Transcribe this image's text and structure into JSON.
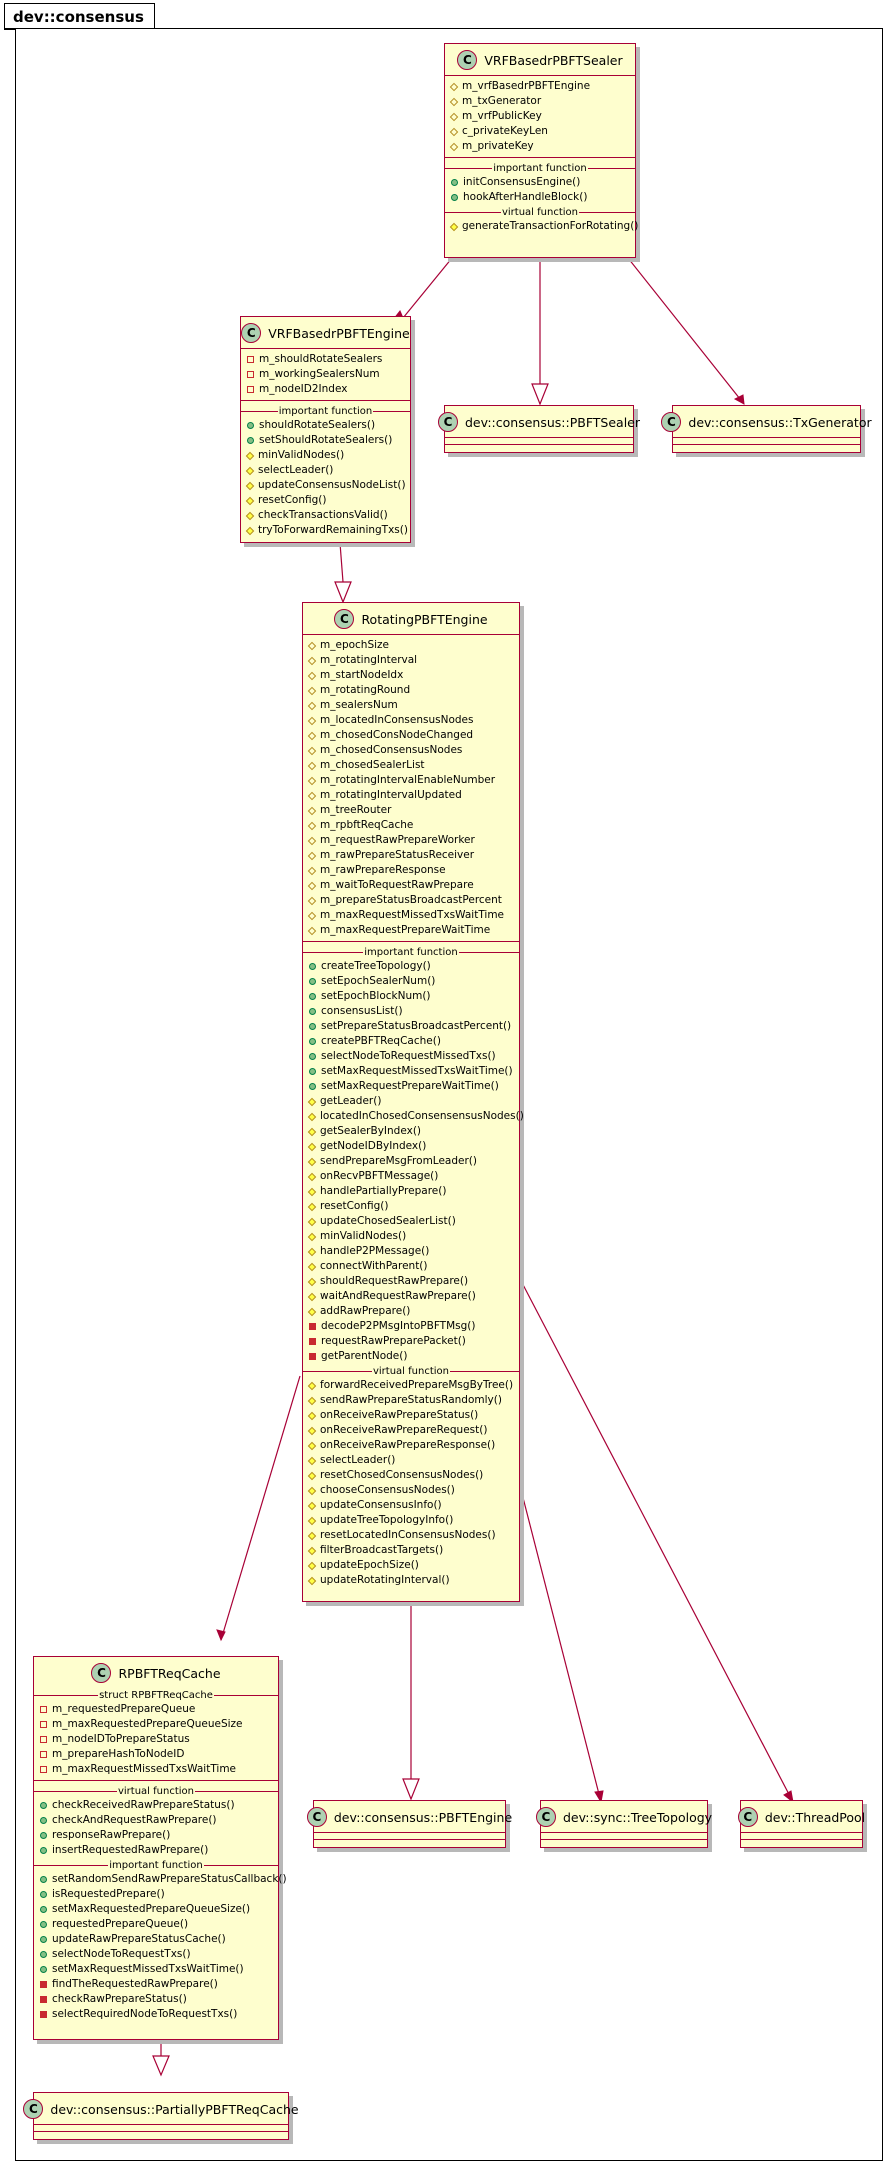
{
  "package": {
    "name": "dev::consensus"
  },
  "icon": "class-circle-icon",
  "colors": {
    "class_fill": "#fefece",
    "class_border": "#a80036",
    "icon_fill": "#add1b2",
    "arrow": "#a80036"
  },
  "classes": {
    "vrf_sealer": {
      "name": "VRFBasedrPBFTSealer",
      "fields": [
        {
          "v": "protected",
          "t": "m_vrfBasedrPBFTEngine"
        },
        {
          "v": "protected",
          "t": "m_txGenerator"
        },
        {
          "v": "protected",
          "t": "m_vrfPublicKey"
        },
        {
          "v": "protected",
          "t": "c_privateKeyLen"
        },
        {
          "v": "protected",
          "t": "m_privateKey"
        }
      ],
      "sections": [
        {
          "label": "important function",
          "items": [
            {
              "v": "public",
              "t": "initConsensusEngine()"
            },
            {
              "v": "public",
              "t": "hookAfterHandleBlock()"
            }
          ]
        },
        {
          "label": "virtual function",
          "items": [
            {
              "v": "protected",
              "t": "generateTransactionForRotating()"
            }
          ]
        }
      ]
    },
    "vrf_engine": {
      "name": "VRFBasedrPBFTEngine",
      "fields": [
        {
          "v": "private",
          "t": "m_shouldRotateSealers"
        },
        {
          "v": "private",
          "t": "m_workingSealersNum"
        },
        {
          "v": "private",
          "t": "m_nodeID2Index"
        }
      ],
      "sections": [
        {
          "label": "important function",
          "items": [
            {
              "v": "public",
              "t": "shouldRotateSealers()"
            },
            {
              "v": "public",
              "t": "setShouldRotateSealers()"
            },
            {
              "v": "protected",
              "t": "minValidNodes()"
            },
            {
              "v": "protected",
              "t": "selectLeader()"
            },
            {
              "v": "protected",
              "t": "updateConsensusNodeList()"
            },
            {
              "v": "protected",
              "t": "resetConfig()"
            },
            {
              "v": "protected",
              "t": "checkTransactionsValid()"
            },
            {
              "v": "protected",
              "t": "tryToForwardRemainingTxs()"
            }
          ]
        }
      ]
    },
    "pbft_sealer": {
      "name": "dev::consensus::PBFTSealer"
    },
    "tx_generator": {
      "name": "dev::consensus::TxGenerator"
    },
    "rotating": {
      "name": "RotatingPBFTEngine",
      "fields": [
        {
          "v": "protected",
          "t": "m_epochSize"
        },
        {
          "v": "protected",
          "t": "m_rotatingInterval"
        },
        {
          "v": "protected",
          "t": "m_startNodeIdx"
        },
        {
          "v": "protected",
          "t": "m_rotatingRound"
        },
        {
          "v": "protected",
          "t": "m_sealersNum"
        },
        {
          "v": "protected",
          "t": "m_locatedInConsensusNodes"
        },
        {
          "v": "protected",
          "t": "m_chosedConsNodeChanged"
        },
        {
          "v": "protected",
          "t": "m_chosedConsensusNodes"
        },
        {
          "v": "protected",
          "t": "m_chosedSealerList"
        },
        {
          "v": "protected",
          "t": "m_rotatingIntervalEnableNumber"
        },
        {
          "v": "protected",
          "t": "m_rotatingIntervalUpdated"
        },
        {
          "v": "protected",
          "t": "m_treeRouter"
        },
        {
          "v": "protected",
          "t": "m_rpbftReqCache"
        },
        {
          "v": "protected",
          "t": "m_requestRawPrepareWorker"
        },
        {
          "v": "protected",
          "t": "m_rawPrepareStatusReceiver"
        },
        {
          "v": "protected",
          "t": "m_rawPrepareResponse"
        },
        {
          "v": "protected",
          "t": "m_waitToRequestRawPrepare"
        },
        {
          "v": "protected",
          "t": "m_prepareStatusBroadcastPercent"
        },
        {
          "v": "protected",
          "t": "m_maxRequestMissedTxsWaitTime"
        },
        {
          "v": "protected",
          "t": "m_maxRequestPrepareWaitTime"
        }
      ],
      "sections": [
        {
          "label": "important function",
          "items": [
            {
              "v": "public",
              "t": "createTreeTopology()"
            },
            {
              "v": "public",
              "t": "setEpochSealerNum()"
            },
            {
              "v": "public",
              "t": "setEpochBlockNum()"
            },
            {
              "v": "public",
              "t": "consensusList()"
            },
            {
              "v": "public",
              "t": "setPrepareStatusBroadcastPercent()"
            },
            {
              "v": "public",
              "t": "createPBFTReqCache()"
            },
            {
              "v": "public",
              "t": "selectNodeToRequestMissedTxs()"
            },
            {
              "v": "public",
              "t": "setMaxRequestMissedTxsWaitTime()"
            },
            {
              "v": "public",
              "t": "setMaxRequestPrepareWaitTime()"
            },
            {
              "v": "protected",
              "t": "getLeader()"
            },
            {
              "v": "protected",
              "t": "locatedInChosedConsensensusNodes()"
            },
            {
              "v": "protected",
              "t": "getSealerByIndex()"
            },
            {
              "v": "protected",
              "t": "getNodeIDByIndex()"
            },
            {
              "v": "protected",
              "t": "sendPrepareMsgFromLeader()"
            },
            {
              "v": "protected",
              "t": "onRecvPBFTMessage()"
            },
            {
              "v": "protected",
              "t": "handlePartiallyPrepare()"
            },
            {
              "v": "protected",
              "t": "resetConfig()"
            },
            {
              "v": "protected",
              "t": "updateChosedSealerList()"
            },
            {
              "v": "protected",
              "t": "minValidNodes()"
            },
            {
              "v": "protected",
              "t": "handleP2PMessage()"
            },
            {
              "v": "protected",
              "t": "connectWithParent()"
            },
            {
              "v": "protected",
              "t": "shouldRequestRawPrepare()"
            },
            {
              "v": "protected",
              "t": "waitAndRequestRawPrepare()"
            },
            {
              "v": "protected",
              "t": "addRawPrepare()"
            },
            {
              "v": "private",
              "t": "decodeP2PMsgIntoPBFTMsg()"
            },
            {
              "v": "private",
              "t": "requestRawPreparePacket()"
            },
            {
              "v": "private",
              "t": "getParentNode()"
            }
          ]
        },
        {
          "label": "virtual function",
          "items": [
            {
              "v": "protected",
              "t": "forwardReceivedPrepareMsgByTree()"
            },
            {
              "v": "protected",
              "t": "sendRawPrepareStatusRandomly()"
            },
            {
              "v": "protected",
              "t": "onReceiveRawPrepareStatus()"
            },
            {
              "v": "protected",
              "t": "onReceiveRawPrepareRequest()"
            },
            {
              "v": "protected",
              "t": "onReceiveRawPrepareResponse()"
            },
            {
              "v": "protected",
              "t": "selectLeader()"
            },
            {
              "v": "protected",
              "t": "resetChosedConsensusNodes()"
            },
            {
              "v": "protected",
              "t": "chooseConsensusNodes()"
            },
            {
              "v": "protected",
              "t": "updateConsensusInfo()"
            },
            {
              "v": "protected",
              "t": "updateTreeTopologyInfo()"
            },
            {
              "v": "protected",
              "t": "resetLocatedInConsensusNodes()"
            },
            {
              "v": "protected",
              "t": "filterBroadcastTargets()"
            },
            {
              "v": "protected",
              "t": "updateEpochSize()"
            },
            {
              "v": "protected",
              "t": "updateRotatingInterval()"
            }
          ]
        }
      ]
    },
    "req_cache": {
      "name": "RPBFTReqCache",
      "sections_top": [
        {
          "label": "struct RPBFTReqCache",
          "items": [
            {
              "v": "private",
              "t": "m_requestedPrepareQueue"
            },
            {
              "v": "private",
              "t": "m_maxRequestedPrepareQueueSize"
            },
            {
              "v": "private",
              "t": "m_nodeIDToPrepareStatus"
            },
            {
              "v": "private",
              "t": "m_prepareHashToNodeID"
            },
            {
              "v": "private",
              "t": "m_maxRequestMissedTxsWaitTime"
            }
          ]
        }
      ],
      "sections": [
        {
          "label": "virtual function",
          "items": [
            {
              "v": "public",
              "t": "checkReceivedRawPrepareStatus()"
            },
            {
              "v": "public",
              "t": "checkAndRequestRawPrepare()"
            },
            {
              "v": "public",
              "t": "responseRawPrepare()"
            },
            {
              "v": "public",
              "t": "insertRequestedRawPrepare()"
            }
          ]
        },
        {
          "label": "important function",
          "items": [
            {
              "v": "public",
              "t": "setRandomSendRawPrepareStatusCallback()"
            },
            {
              "v": "public",
              "t": "isRequestedPrepare()"
            },
            {
              "v": "public",
              "t": "setMaxRequestedPrepareQueueSize()"
            },
            {
              "v": "public",
              "t": "requestedPrepareQueue()"
            },
            {
              "v": "public",
              "t": "updateRawPrepareStatusCache()"
            },
            {
              "v": "public",
              "t": "selectNodeToRequestTxs()"
            },
            {
              "v": "public",
              "t": "setMaxRequestMissedTxsWaitTime()"
            },
            {
              "v": "private",
              "t": "findTheRequestedRawPrepare()"
            },
            {
              "v": "private",
              "t": "checkRawPrepareStatus()"
            },
            {
              "v": "private",
              "t": "selectRequiredNodeToRequestTxs()"
            }
          ]
        }
      ]
    },
    "partially_cache": {
      "name": "dev::consensus::PartiallyPBFTReqCache"
    },
    "pbft_engine": {
      "name": "dev::consensus::PBFTEngine"
    },
    "tree_topology": {
      "name": "dev::sync::TreeTopology"
    },
    "thread_pool": {
      "name": "dev::ThreadPool"
    }
  }
}
